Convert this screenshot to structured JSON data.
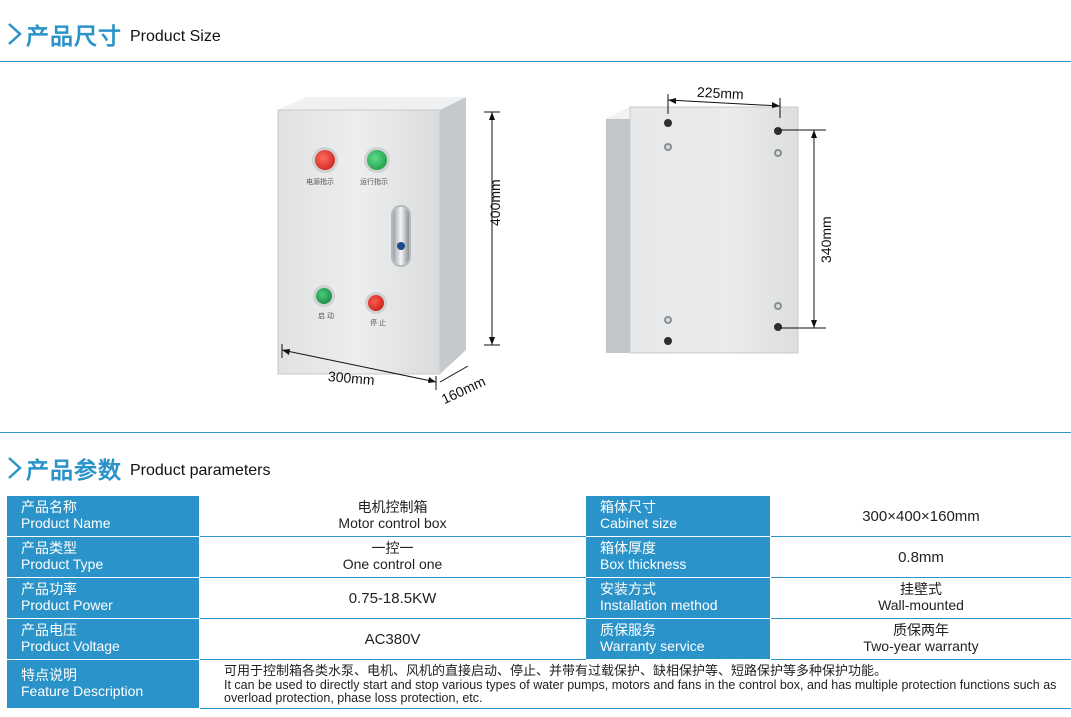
{
  "size_section": {
    "title_cn": "产品尺寸",
    "title_en": "Product Size"
  },
  "front_view": {
    "lamp_top_left_label": "电源指示",
    "lamp_top_right_label": "运行指示",
    "button_bottom_left_label": "启 动",
    "button_bottom_right_label": "停 止",
    "height_dim": "400mm",
    "width_dim": "300mm",
    "depth_dim": "160mm"
  },
  "back_view": {
    "width_dim": "225mm",
    "height_dim": "340mm"
  },
  "params_section": {
    "title_cn": "产品参数",
    "title_en": "Product parameters"
  },
  "rows": [
    {
      "l_cn": "产品名称",
      "l_en": "Product Name",
      "v_cn": "电机控制箱",
      "v_en": "Motor control box",
      "r_cn": "箱体尺寸",
      "r_en": "Cabinet size",
      "rv_cn": "",
      "rv_en": "300×400×160mm"
    },
    {
      "l_cn": "产品类型",
      "l_en": "Product Type",
      "v_cn": "一控一",
      "v_en": "One control one",
      "r_cn": "箱体厚度",
      "r_en": "Box thickness",
      "rv_cn": "",
      "rv_en": "0.8mm"
    },
    {
      "l_cn": "产品功率",
      "l_en": "Product Power",
      "v_cn": "",
      "v_en": "0.75-18.5KW",
      "r_cn": "安装方式",
      "r_en": "Installation method",
      "rv_cn": "挂壁式",
      "rv_en": "Wall-mounted"
    },
    {
      "l_cn": "产品电压",
      "l_en": "Product Voltage",
      "v_cn": "",
      "v_en": "AC380V",
      "r_cn": "质保服务",
      "r_en": "Warranty service",
      "rv_cn": "质保两年",
      "rv_en": "Two-year warranty"
    }
  ],
  "feature": {
    "l_cn": "特点说明",
    "l_en": "Feature Description",
    "v_cn": "可用于控制箱各类水泵、电机、风机的直接启动、停止、并带有过载保护、缺相保护等、短路保护等多种保护功能。",
    "v_en": "It can be used to directly start and stop various types of water pumps, motors and fans in the control box, and has multiple protection functions such as overload protection, phase loss protection, etc."
  },
  "colors": {
    "accent": "#2a93c9",
    "cabinet": "#e4e6e7",
    "lamp_red": "#d8201c",
    "lamp_green": "#1fa24d"
  }
}
